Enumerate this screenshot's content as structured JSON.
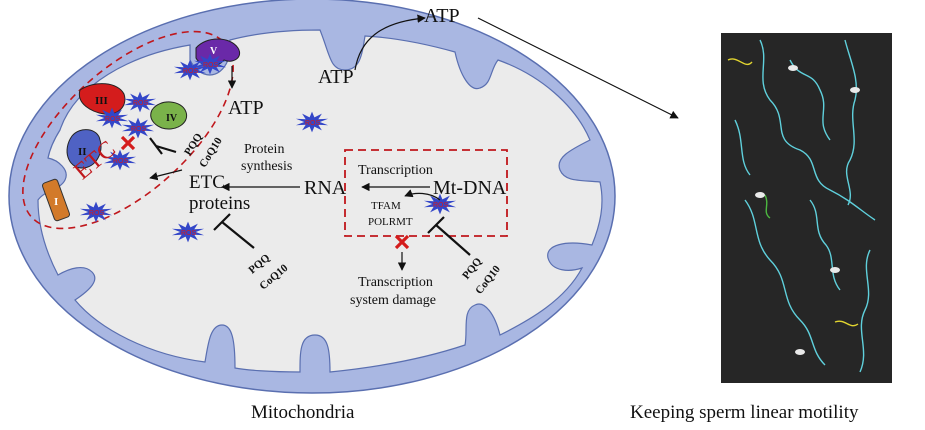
{
  "colors": {
    "membrane": "#a9b7e2",
    "membrane_stroke": "#5a6fb0",
    "matrix": "#ebebeb",
    "etc_dash": "#c0171c",
    "ros_fill": "#3346c8",
    "complex_I": "#d27a2a",
    "complex_II": "#4f62c4",
    "complex_III": "#d41c1c",
    "complex_IV": "#7ab24a",
    "complex_V": "#6a29a8",
    "sperm_panel_bg": "#262626",
    "track_color": "#5fd0dc"
  },
  "complexes": {
    "I": "I",
    "II": "II",
    "III": "III",
    "IV": "IV",
    "V": "V"
  },
  "ros_label": "ROS",
  "labels": {
    "etc": "ETC",
    "atp_top": "ATP",
    "atp_inner": "ATP",
    "atp_matrix": "ATP",
    "protein_synthesis_1": "Protein",
    "protein_synthesis_2": "synthesis",
    "etc_proteins_1": "ETC",
    "etc_proteins_2": "proteins",
    "rna": "RNA",
    "transcription": "Transcription",
    "mt_dna": "Mt-DNA",
    "tfam": "TFAM",
    "polrmt": "POLRMT",
    "damage_1": "Transcription",
    "damage_2": "system damage"
  },
  "inhibitors": {
    "etc": {
      "pqq": "PQQ",
      "coq10": "CoQ10"
    },
    "proteins": {
      "pqq": "PQQ",
      "coq10": "CoQ10"
    },
    "dna": {
      "pqq": "PQQ",
      "coq10": "CoQ10"
    }
  },
  "captions": {
    "left": "Mitochondria",
    "right": "Keeping sperm linear motility"
  }
}
